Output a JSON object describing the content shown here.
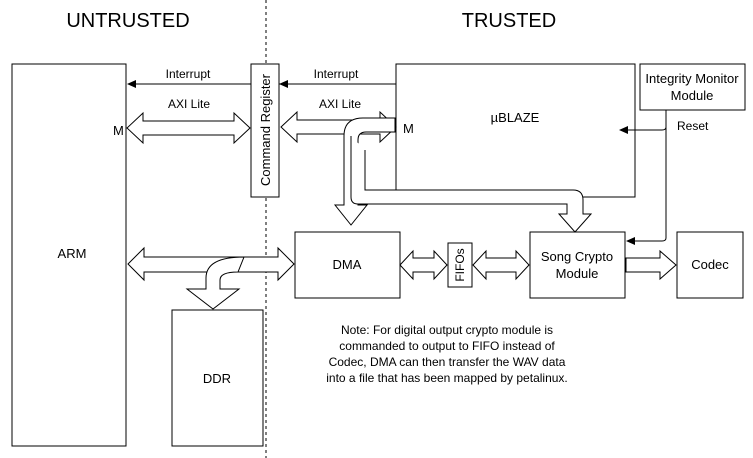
{
  "zones": {
    "untrusted": "UNTRUSTED",
    "trusted": "TRUSTED"
  },
  "blocks": {
    "arm": "ARM",
    "command_register": "Command Register",
    "microblaze": "µBLAZE",
    "integrity_monitor_line1": "Integrity Monitor",
    "integrity_monitor_line2": "Module",
    "dma": "DMA",
    "fifos": "FIFOs",
    "song_crypto_line1": "Song Crypto",
    "song_crypto_line2": "Module",
    "codec": "Codec",
    "ddr": "DDR"
  },
  "labels": {
    "interrupt_left": "Interrupt",
    "interrupt_right": "Interrupt",
    "axi_lite_left": "AXI Lite",
    "axi_lite_right": "AXI Lite",
    "m_arm": "M",
    "m_blaze": "M",
    "reset": "Reset"
  },
  "note": {
    "lines": [
      "Note: For digital output crypto module is",
      "commanded to output to FIFO instead of",
      "Codec, DMA can then transfer the WAV data",
      "into a file that has been mapped by petalinux."
    ]
  }
}
